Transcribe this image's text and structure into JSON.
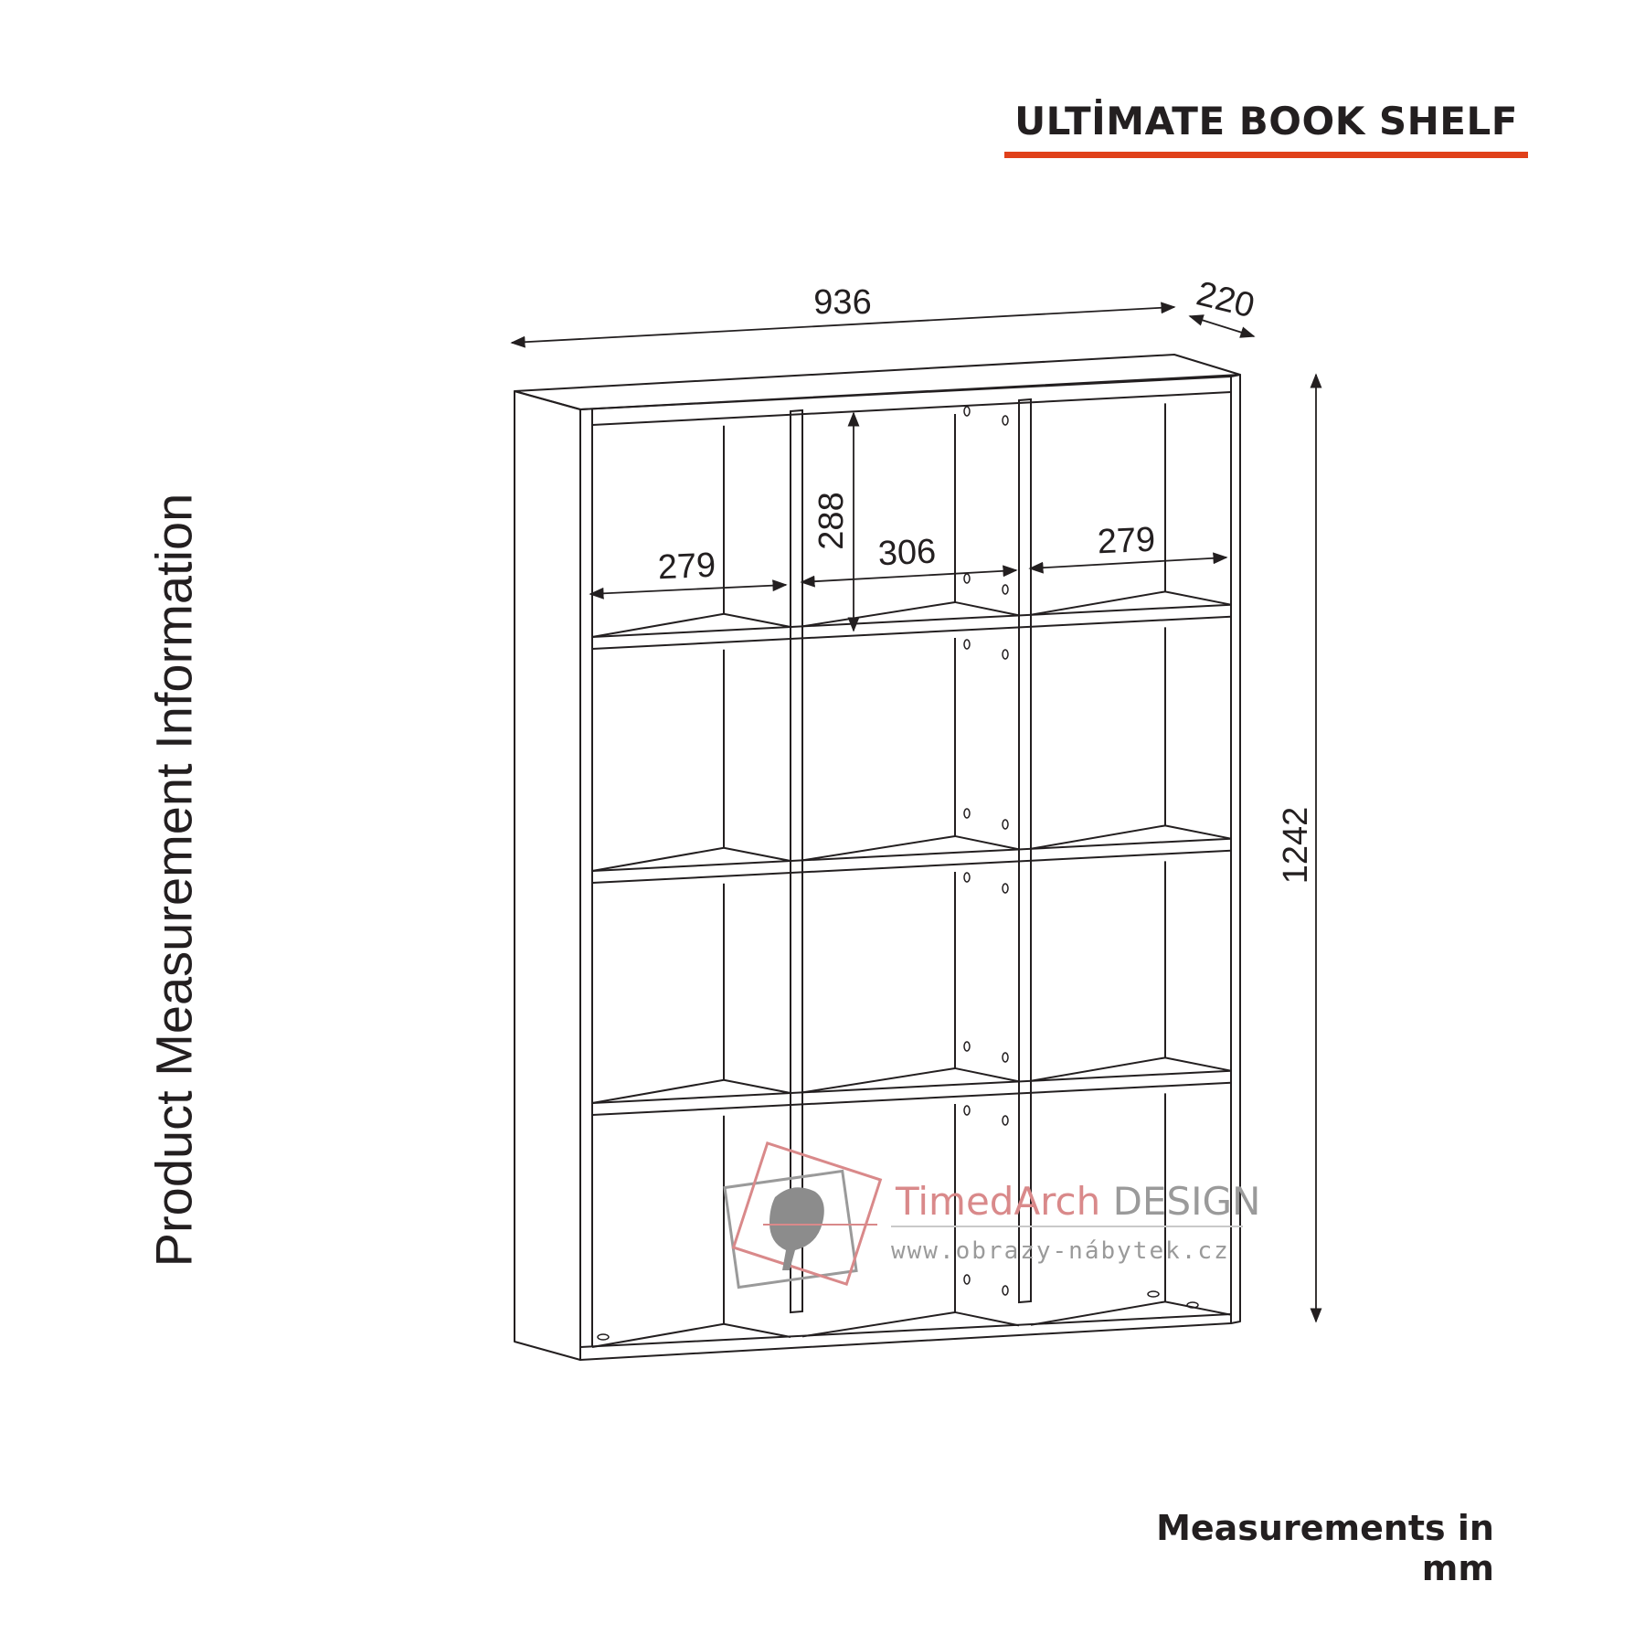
{
  "title": "ULTİMATE BOOK SHELF",
  "side_label": "Product Measurement Information",
  "units_note": "Measurements in mm",
  "dimensions": {
    "overall_width": "936",
    "depth": "220",
    "overall_height": "1242",
    "left_compartment_width": "279",
    "middle_compartment_width": "306",
    "right_compartment_width": "279",
    "compartment_height": "288"
  },
  "watermark": {
    "name_part1": "TimedArch",
    "name_part2": " DESIGN",
    "url": "www.obrazy-nábytek.cz"
  },
  "colors": {
    "line": "#231f20",
    "accent": "#e0401a",
    "watermark_red": "#d9898a",
    "watermark_grey": "#9a9a9a"
  },
  "icons": {
    "logo": "chair-logo-icon"
  }
}
